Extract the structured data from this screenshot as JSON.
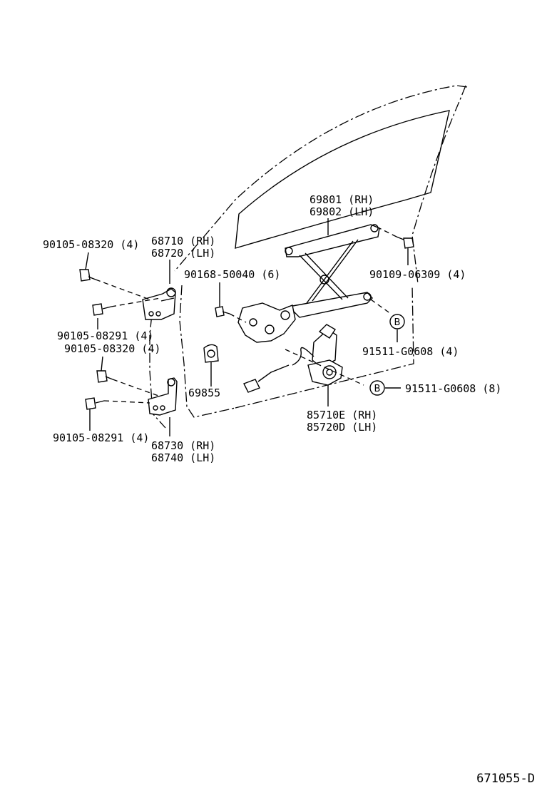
{
  "callouts": {
    "regulator": {
      "rh": "69801 (RH)",
      "lh": "69802 (LH)"
    },
    "upper_hinge": {
      "rh": "68710 (RH)",
      "lh": "68720 (LH)"
    },
    "lower_hinge": {
      "rh": "68730 (RH)",
      "lh": "68740 (LH)"
    },
    "motor": {
      "rh": "85710E (RH)",
      "lh": "85720D (LH)"
    },
    "bolt_upper_left": "90105-08320 (4)",
    "bolt_upper_hinge": "90105-08291 (4)",
    "bolt_lower_left": "90105-08320 (4)",
    "bolt_lower_hinge": "90105-08291 (4)",
    "clip_screw": "90168-50040 (6)",
    "regulator_bolt": "90109-06309 (4)",
    "rivet_upper": "91511-G0608 (4)",
    "rivet_lower": "91511-G0608 (8)",
    "hole_plug": "69855",
    "ref_marker_upper": "B",
    "ref_marker_lower": "B"
  },
  "diagram_code": "671055-D"
}
